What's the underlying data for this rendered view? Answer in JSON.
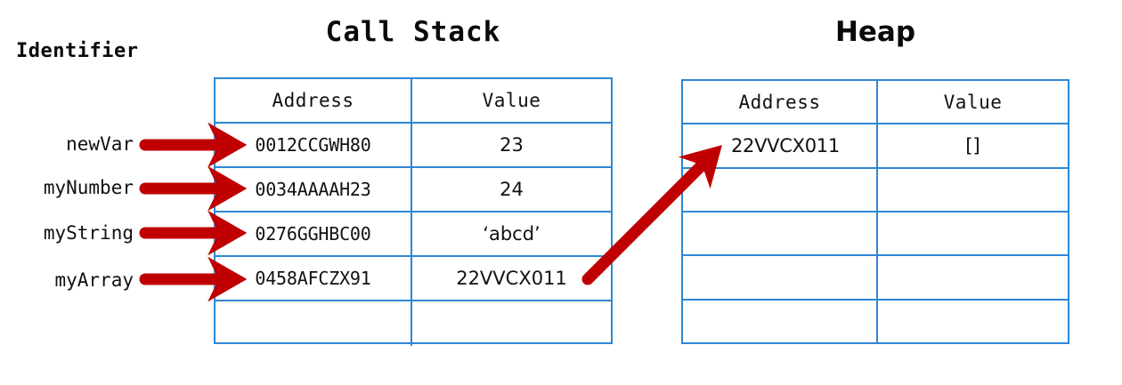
{
  "diagram": {
    "identifier_label": "Identifier",
    "accent_red": "#c00000",
    "accent_blue": "#2e87d6"
  },
  "call_stack": {
    "title": "Call Stack",
    "columns": [
      "Address",
      "Value"
    ],
    "rows": [
      {
        "identifier": "newVar",
        "address": "0012CCGWH80",
        "value": "23"
      },
      {
        "identifier": "myNumber",
        "address": "0034AAAAH23",
        "value": "24"
      },
      {
        "identifier": "myString",
        "address": "0276GGHBC00",
        "value": "‘abcd’"
      },
      {
        "identifier": "myArray",
        "address": "0458AFCZX91",
        "value": "22VVCX011"
      },
      {
        "identifier": "",
        "address": "",
        "value": ""
      }
    ]
  },
  "heap": {
    "title": "Heap",
    "columns": [
      "Address",
      "Value"
    ],
    "rows": [
      {
        "address": "22VVCX011",
        "value": "[]"
      },
      {
        "address": "",
        "value": ""
      },
      {
        "address": "",
        "value": ""
      },
      {
        "address": "",
        "value": ""
      },
      {
        "address": "",
        "value": ""
      }
    ]
  },
  "arrows": [
    {
      "name": "arrow-newvar",
      "from": "newVar label",
      "to": "call stack row 1 address"
    },
    {
      "name": "arrow-mynumber",
      "from": "myNumber label",
      "to": "call stack row 2 address"
    },
    {
      "name": "arrow-mystring",
      "from": "myString label",
      "to": "call stack row 3 address"
    },
    {
      "name": "arrow-myarray",
      "from": "myArray label",
      "to": "call stack row 4 address"
    },
    {
      "name": "arrow-heap-ref",
      "from": "call stack myArray value 22VVCX011",
      "to": "heap row 1 address 22VVCX011"
    }
  ]
}
